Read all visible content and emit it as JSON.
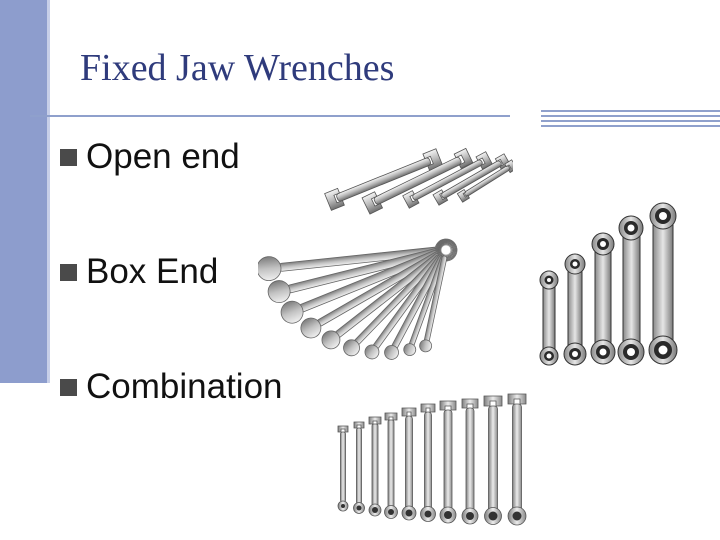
{
  "slide": {
    "title": "Fixed Jaw Wrenches",
    "bullets": [
      {
        "label": "Open end"
      },
      {
        "label": "Box End"
      },
      {
        "label": "Combination"
      }
    ]
  },
  "images": [
    {
      "name": "open-end-wrench-set-image"
    },
    {
      "name": "box-end-wrench-set-image"
    },
    {
      "name": "ratcheting-box-wrench-set-image"
    },
    {
      "name": "combination-wrench-set-image"
    }
  ],
  "colors": {
    "accent_band": "#8d9dcd",
    "title": "#2f3b7c",
    "rule": "#8fa0cc",
    "bullet": "#4a4a4a"
  }
}
